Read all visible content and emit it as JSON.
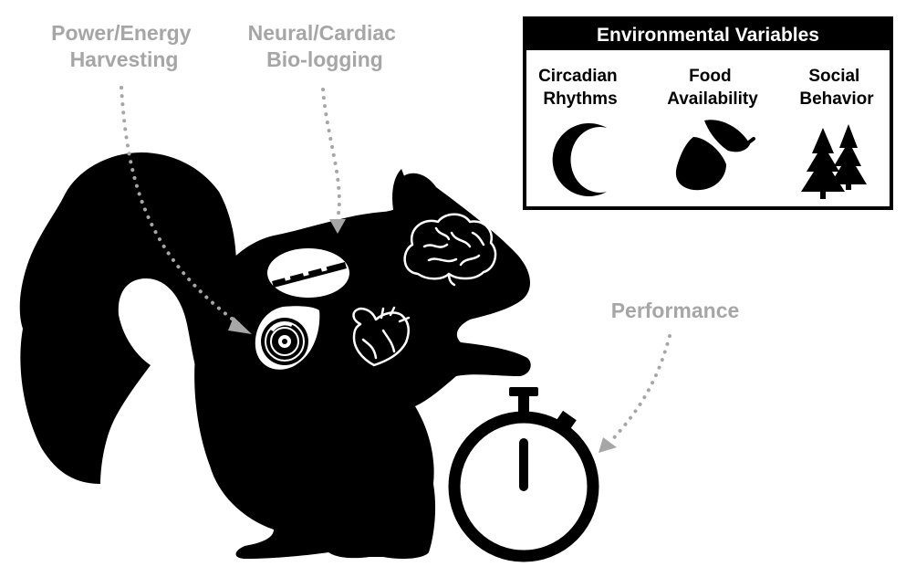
{
  "labels": {
    "power": [
      "Power/Energy",
      "Harvesting"
    ],
    "neural": [
      "Neural/Cardiac",
      "Bio-logging"
    ],
    "performance": "Performance"
  },
  "environment": {
    "title": "Environmental Variables",
    "items": [
      {
        "lines": [
          "Circadian",
          "Rhythms"
        ],
        "icon": "crescent-moon-icon"
      },
      {
        "lines": [
          "Food",
          "Availability"
        ],
        "icon": "acorn-icon"
      },
      {
        "lines": [
          "Social",
          "Behavior"
        ],
        "icon": "pine-trees-icon"
      }
    ]
  },
  "icons": [
    "squirrel-silhouette",
    "brain-icon",
    "heart-icon",
    "bio-logger-icon",
    "energy-harvester-icon",
    "stopwatch-icon"
  ],
  "colors": {
    "label_gray": "#a6a6a6",
    "silhouette": "#000000",
    "background": "#ffffff"
  }
}
